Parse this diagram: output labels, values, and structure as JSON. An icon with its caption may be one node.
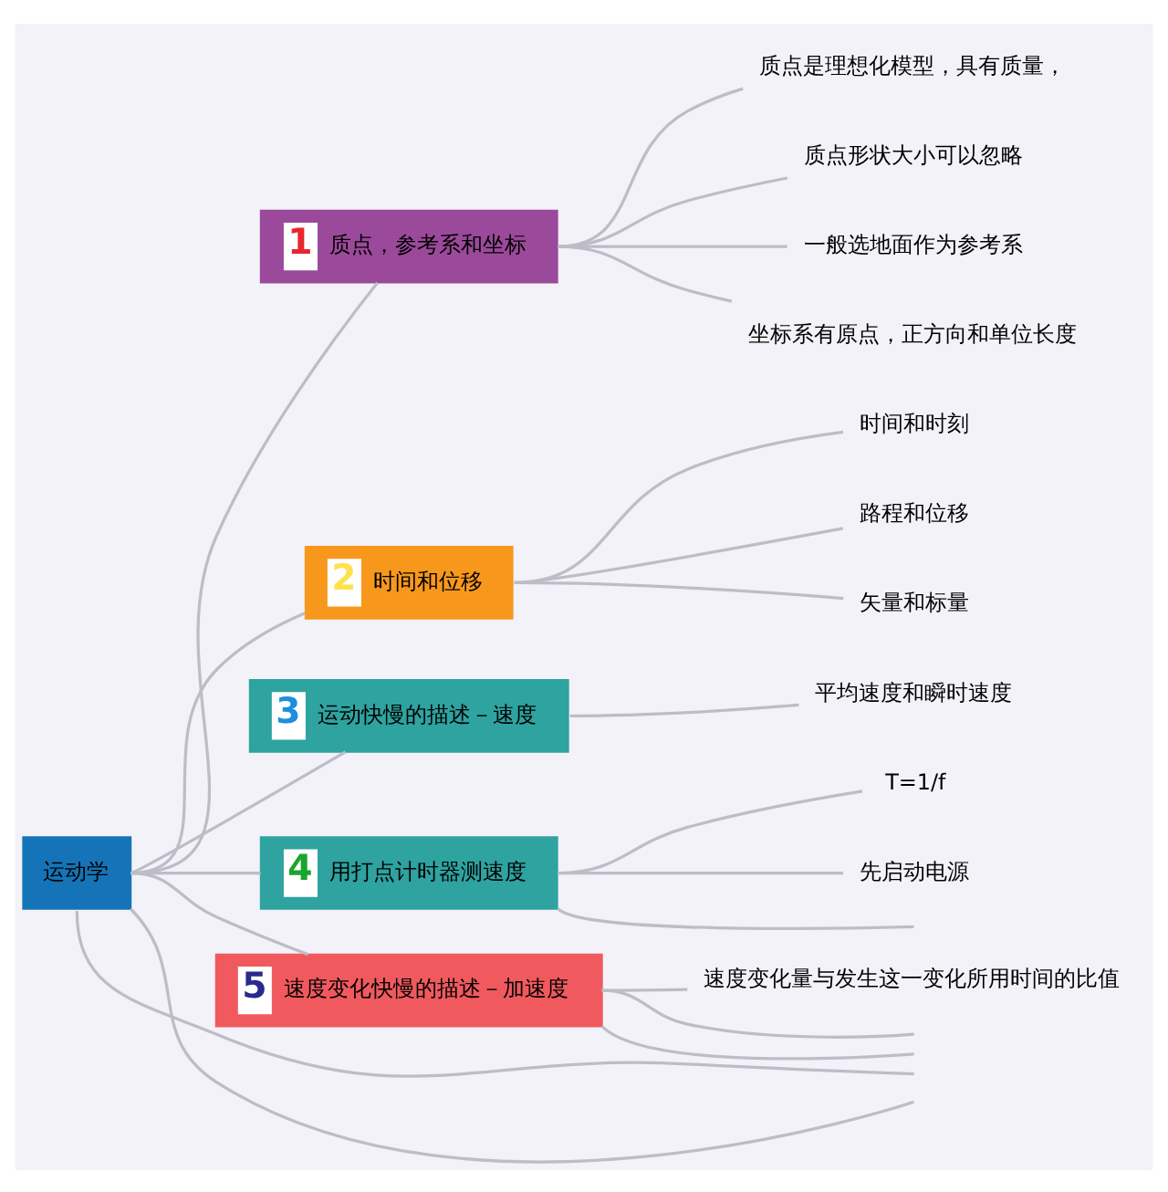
{
  "diagram": {
    "nodes": [
      {
        "text": [
          "运动学"
        ]
      },
      {
        "text": [
          "1",
          "质点，参考系和坐标"
        ]
      },
      {
        "text": [
          "质点是理想化模型，具有质量，"
        ]
      },
      {
        "text": [
          "质点形状大小可以忽略"
        ]
      },
      {
        "text": [
          "一般选地面作为参考系"
        ]
      },
      {
        "text": [
          "坐标系有原点，正方向和单位长度"
        ]
      },
      {
        "text": [
          "2",
          "时间和位移"
        ]
      },
      {
        "text": [
          "时间和时刻"
        ]
      },
      {
        "text": [
          "路程和位移"
        ]
      },
      {
        "text": [
          "矢量和标量"
        ]
      },
      {
        "text": [
          "3",
          "运动快慢的描述－速度"
        ]
      },
      {
        "text": [
          "平均速度和瞬时速度"
        ]
      },
      {
        "text": [
          "4",
          "用打点计时器测速度"
        ]
      },
      {
        "text": [
          "T=1/f"
        ]
      },
      {
        "text": [
          "先启动电源"
        ]
      },
      {
        "text": [
          "5",
          "速度变化快慢的描述－加速度"
        ]
      },
      {
        "text": [
          "速度变化量与发生这一变化所用时间的比值"
        ]
      }
    ],
    "edges": [
      {
        "from": 0,
        "to": 1,
        "arrow": "none"
      },
      {
        "from": 1,
        "to": 2,
        "arrow": "none"
      },
      {
        "from": 1,
        "to": 3,
        "arrow": "none"
      },
      {
        "from": 1,
        "to": 4,
        "arrow": "none"
      },
      {
        "from": 1,
        "to": 5,
        "arrow": "none"
      },
      {
        "from": 0,
        "to": 6,
        "arrow": "none"
      },
      {
        "from": 6,
        "to": 7,
        "arrow": "none"
      },
      {
        "from": 6,
        "to": 8,
        "arrow": "none"
      },
      {
        "from": 6,
        "to": 9,
        "arrow": "none"
      },
      {
        "from": 0,
        "to": 10,
        "arrow": "none"
      },
      {
        "from": 10,
        "to": 11,
        "arrow": "none"
      },
      {
        "from": 0,
        "to": 12,
        "arrow": "none"
      },
      {
        "from": 12,
        "to": 13,
        "arrow": "none"
      },
      {
        "from": 12,
        "to": 14,
        "arrow": "none"
      },
      {
        "from": 12,
        "to": null,
        "arrow": "none"
      },
      {
        "from": 0,
        "to": 15,
        "arrow": "none"
      },
      {
        "from": 15,
        "to": 16,
        "arrow": "none"
      },
      {
        "from": 15,
        "to": null,
        "arrow": "none"
      },
      {
        "from": 15,
        "to": null,
        "arrow": "none"
      },
      {
        "from": 0,
        "to": null,
        "arrow": "none"
      },
      {
        "from": 0,
        "to": null,
        "arrow": "none"
      }
    ]
  }
}
